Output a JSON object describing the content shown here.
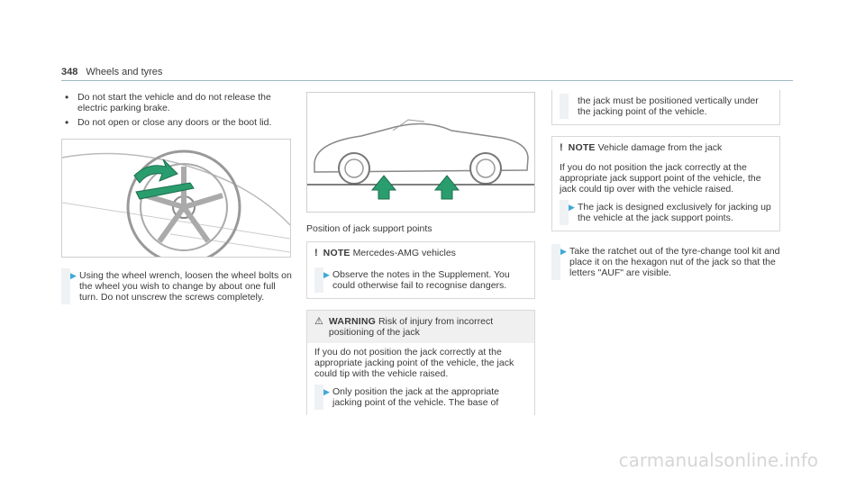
{
  "header": {
    "page_number": "348",
    "section": "Wheels and tyres"
  },
  "col1": {
    "bullets": [
      "Do not start the vehicle and do not release the electric parking brake.",
      "Do not open or close any doors or the boot lid."
    ],
    "step": "Using the wheel wrench, loosen the wheel bolts on the wheel you wish to change by about one full turn. Do not unscrew the screws completely."
  },
  "col2": {
    "caption": "Position of jack support points",
    "note": {
      "label": "NOTE",
      "title": "Mercedes-AMG vehicles",
      "step": "Observe the notes in the Supplement. You could otherwise fail to recognise dangers."
    },
    "warning": {
      "label": "WARNING",
      "title": "Risk of injury from incorrect positioning of the jack",
      "body": "If you do not position the jack correctly at the appropriate jacking point of the vehicle, the jack could tip with the vehicle raised.",
      "step": "Only position the jack at the appropriate jacking point of the vehicle. The base of"
    }
  },
  "col3": {
    "cont_text": "the jack must be positioned vertically under the jacking point of the vehicle.",
    "note": {
      "label": "NOTE",
      "title": "Vehicle damage from the jack",
      "body": "If you do not position the jack correctly at the appropriate jack support point of the vehicle, the jack could tip over with the vehicle raised.",
      "step": "The jack is designed exclusively for jacking up the vehicle at the jack support points."
    },
    "step": "Take the ratchet out of the tyre-change tool kit and place it on the hexagon nut of the jack so that the letters \"AUF\" are visible."
  },
  "watermark": "carmanualsonline.info",
  "colors": {
    "accent": "#3fa8d8",
    "figure_green": "#2a9d6e"
  }
}
